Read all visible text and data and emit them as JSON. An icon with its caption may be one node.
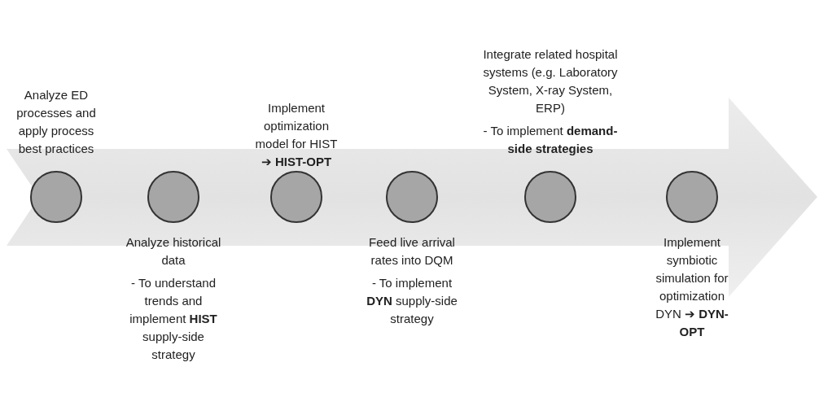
{
  "diagram": {
    "nodes": [
      {
        "text": [],
        "shape": "circle",
        "beside": [
          "Analyze ED processes and apply process best practices"
        ]
      },
      {
        "text": [],
        "shape": "circle",
        "beside": [
          "Analyze historical data",
          "- To understand trends and implement **HIST** supply-side strategy"
        ]
      },
      {
        "text": [],
        "shape": "circle",
        "beside": [
          "Implement optimization model for HIST ➔ **HIST-OPT**"
        ]
      },
      {
        "text": [],
        "shape": "circle",
        "beside": [
          "Feed live arrival rates into DQM",
          "- To implement **DYN** supply-side strategy"
        ]
      },
      {
        "text": [],
        "shape": "circle",
        "beside": [
          "Integrate related hospital systems (e.g. Laboratory System, X-ray System, ERP)",
          "- To implement **demand-side strategies**"
        ]
      },
      {
        "text": [],
        "shape": "circle",
        "beside": [
          "Implement symbiotic simulation for optimization DYN ➔ **DYN-OPT**"
        ]
      }
    ]
  }
}
